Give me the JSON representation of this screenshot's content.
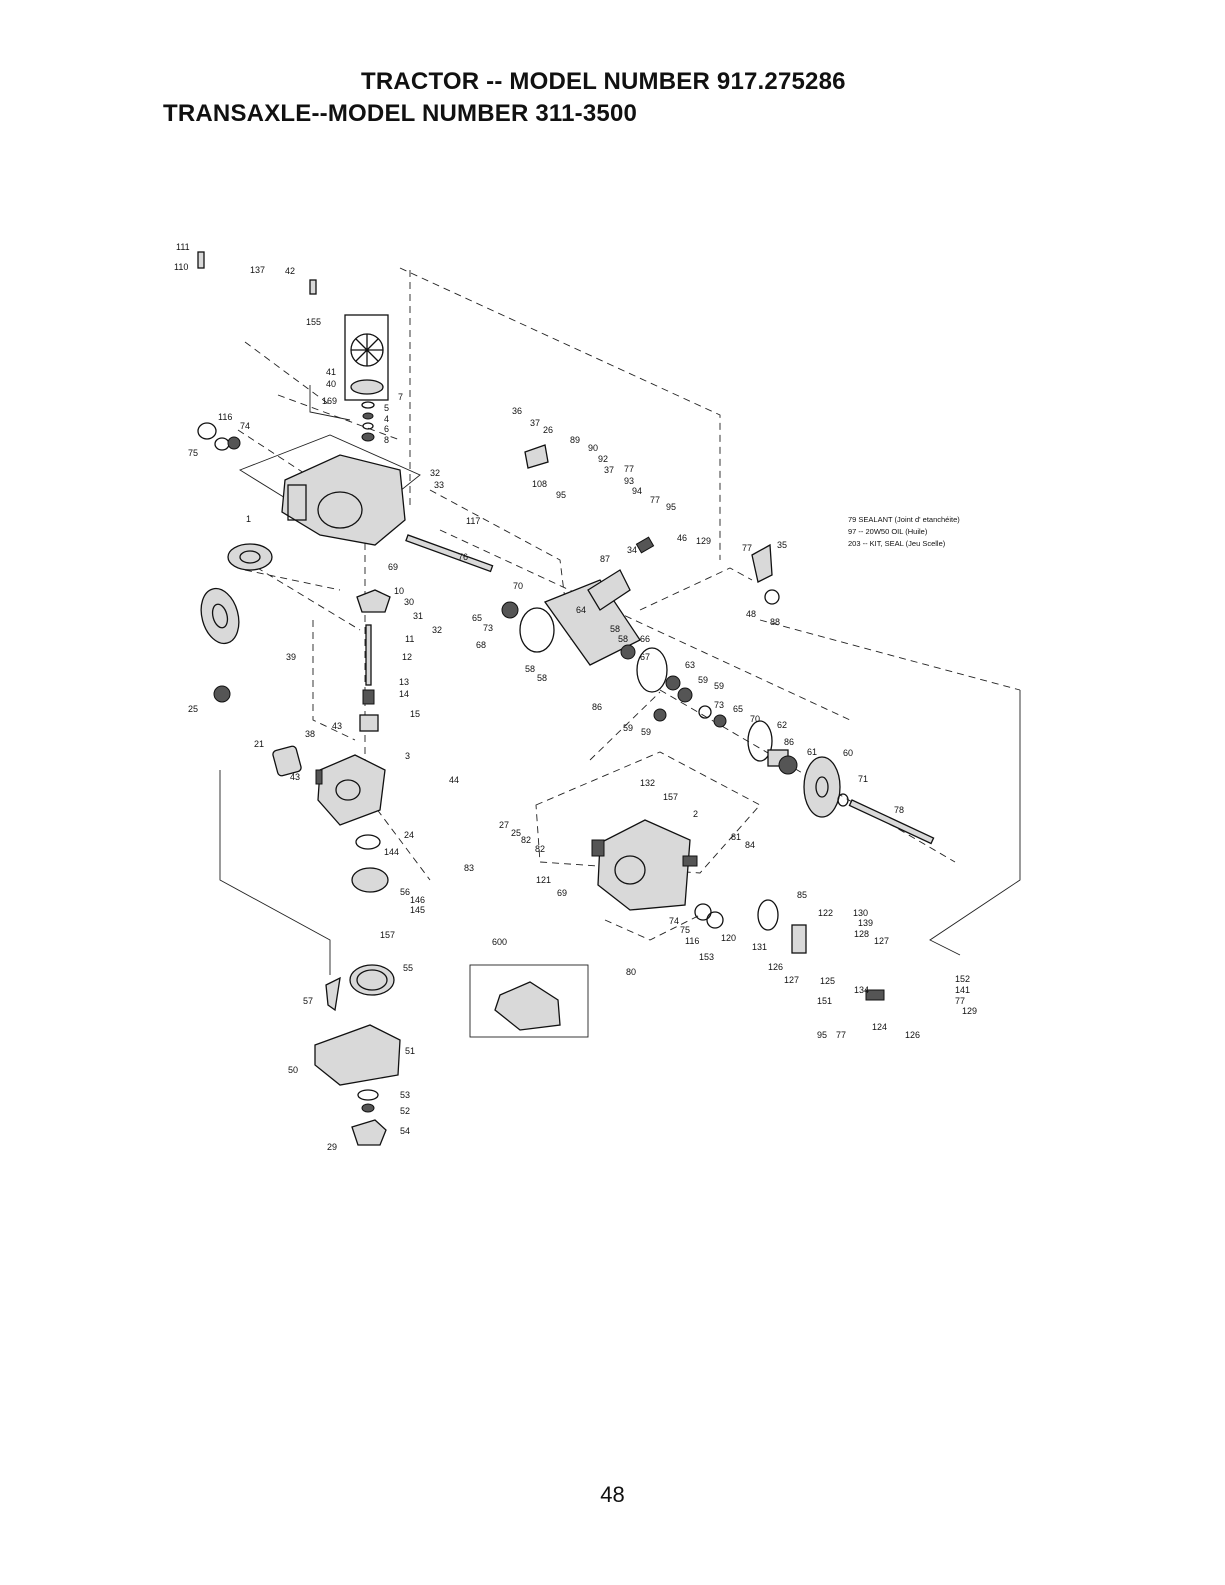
{
  "header": {
    "line1": "TRACTOR -- MODEL NUMBER 917.275286",
    "line2": "TRANSAXLE--MODEL NUMBER 311-3500"
  },
  "notes": [
    "79  SEALANT (Joint d' etanchéite)",
    "97  --  20W50  OIL (Huile)",
    "203  --  KIT,  SEAL (Jeu Scelle)"
  ],
  "callouts": [
    "111",
    "110",
    "155",
    "137",
    "42",
    "41",
    "40",
    "169",
    "7",
    "5",
    "4",
    "6",
    "8",
    "116",
    "74",
    "75",
    "1",
    "32",
    "33",
    "117",
    "69",
    "76",
    "36",
    "37",
    "26",
    "89",
    "90",
    "92",
    "37",
    "77",
    "108",
    "93",
    "94",
    "95",
    "77",
    "95",
    "46",
    "34",
    "87",
    "129",
    "77",
    "35",
    "48",
    "88",
    "10",
    "30",
    "31",
    "32",
    "11",
    "12",
    "13",
    "14",
    "15",
    "39",
    "25",
    "70",
    "65",
    "73",
    "68",
    "64",
    "58",
    "58",
    "66",
    "67",
    "58",
    "58",
    "63",
    "59",
    "59",
    "73",
    "65",
    "70",
    "62",
    "86",
    "59",
    "59",
    "86",
    "61",
    "60",
    "71",
    "78",
    "43",
    "38",
    "3",
    "21",
    "43",
    "44",
    "24",
    "27",
    "25",
    "82",
    "82",
    "83",
    "132",
    "157",
    "2",
    "81",
    "84",
    "121",
    "69",
    "144",
    "56",
    "146",
    "145",
    "157",
    "85",
    "122",
    "130",
    "139",
    "128",
    "127",
    "74",
    "75",
    "116",
    "120",
    "131",
    "126",
    "127",
    "125",
    "600",
    "80",
    "153",
    "55",
    "57",
    "134",
    "151",
    "95",
    "77",
    "124",
    "126",
    "152",
    "141",
    "77",
    "129",
    "51",
    "50",
    "53",
    "52",
    "54",
    "29"
  ],
  "page_number": "48"
}
